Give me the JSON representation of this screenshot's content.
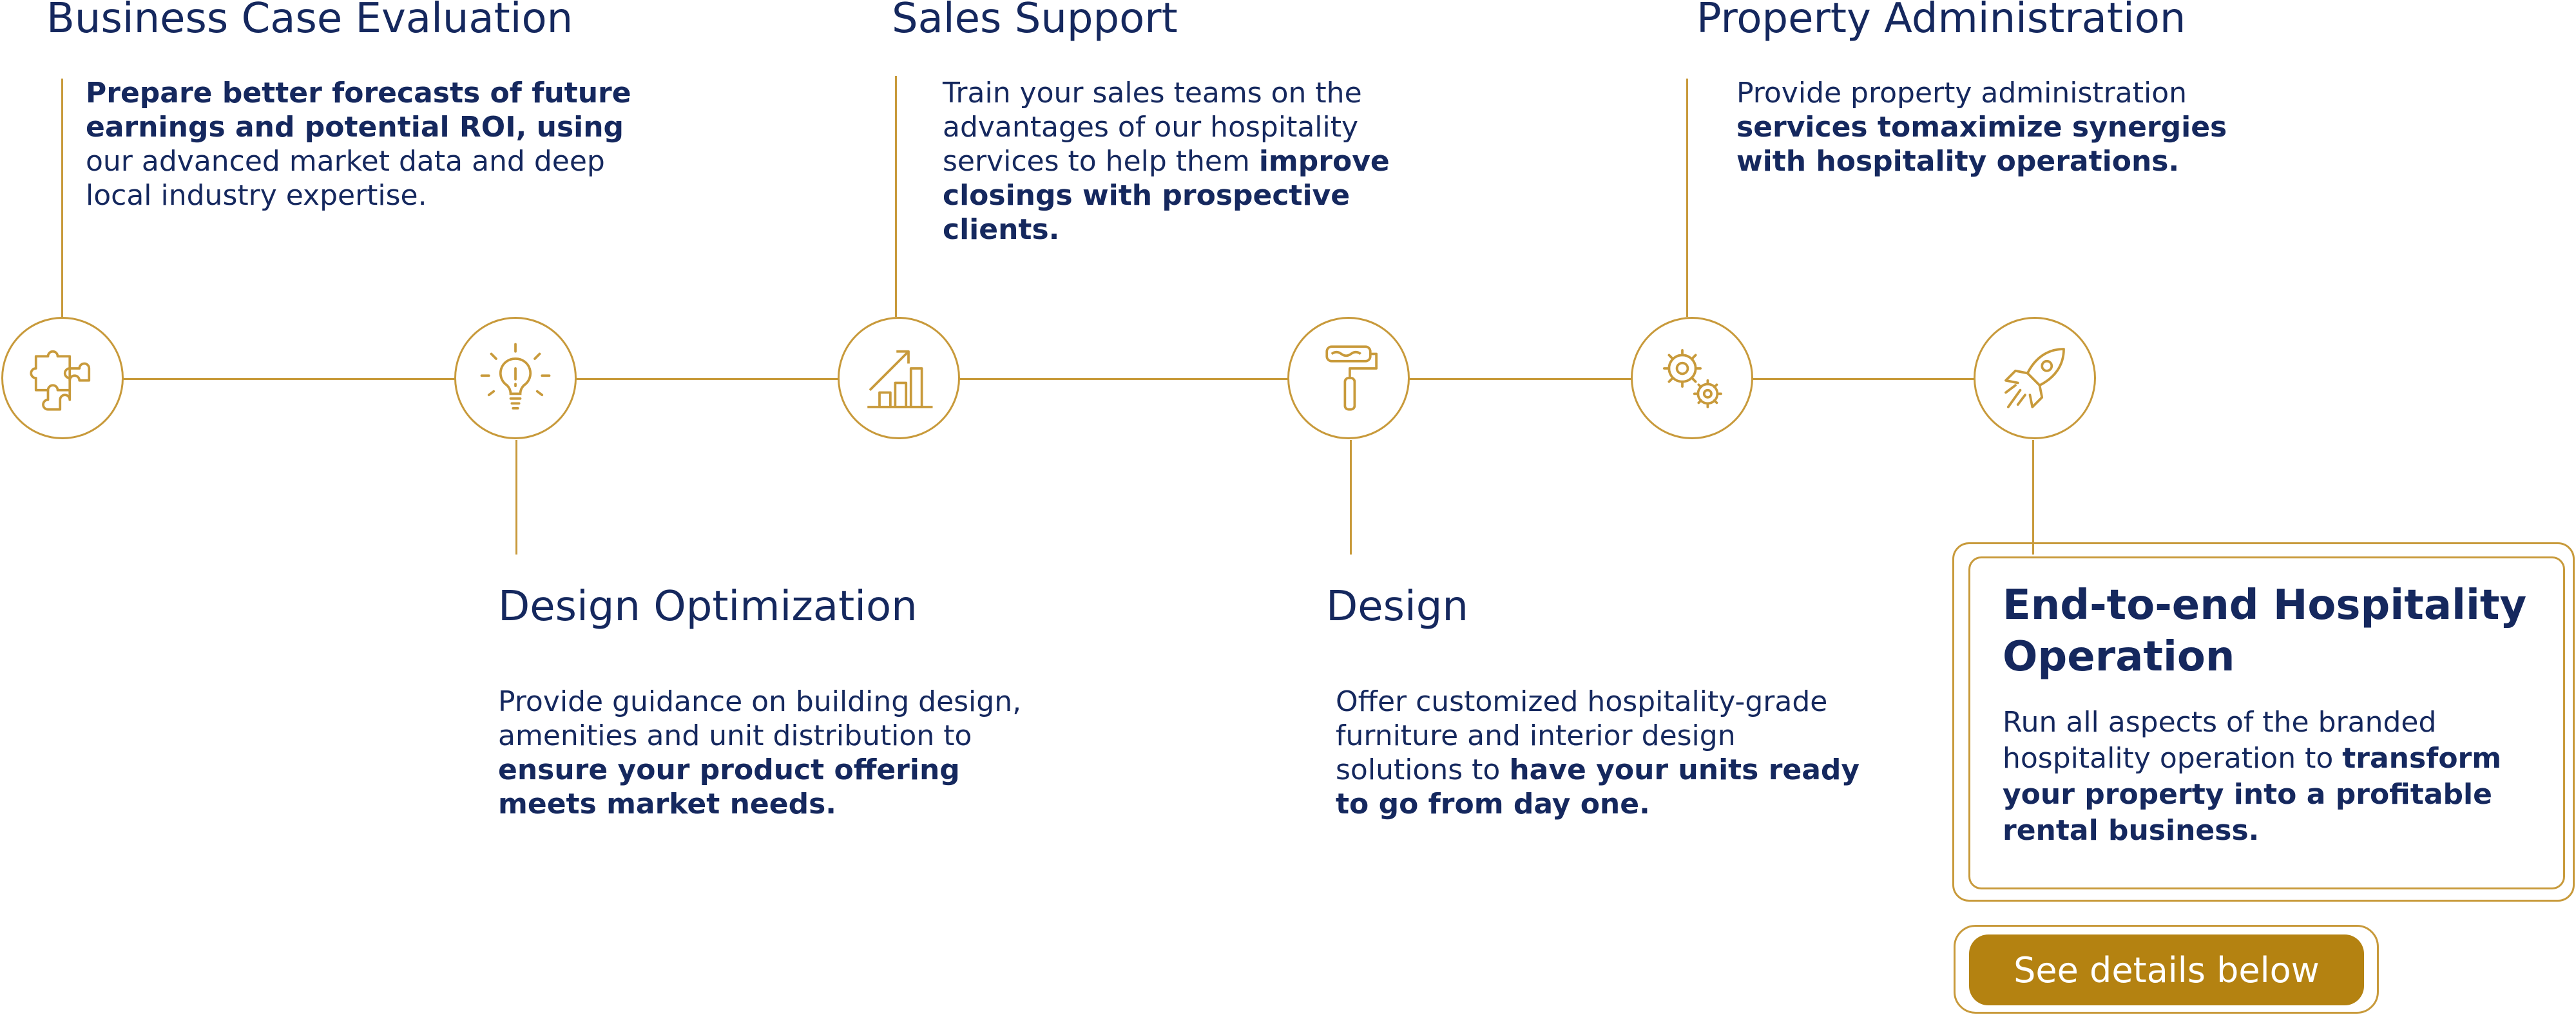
{
  "steps": [
    {
      "title": "Business Case Evaluation",
      "desc_bold": "Prepare better  forecasts of future earnings and potential ROI, using",
      "desc_regular": " our advanced market data and deep local industry expertise.",
      "icon": "puzzle-icon"
    },
    {
      "title": "Design Optimization",
      "desc_regular": "Provide guidance on building design, amenities and unit distribution to ",
      "desc_bold": "ensure your product offering meets market needs.",
      "icon": "lightbulb-icon"
    },
    {
      "title": "Sales Support",
      "desc_regular": "Train your sales teams on the advantages of our hospitality services to help them ",
      "desc_bold": "improve closings with prospective clients.",
      "icon": "growth-chart-icon"
    },
    {
      "title": "Design",
      "desc_regular": "Offer customized hospitality-grade furniture and interior design solutions to ",
      "desc_bold": "have your units ready to go from day one.",
      "icon": "paint-roller-icon"
    },
    {
      "title": "Property Administration",
      "desc_regular": "Provide property administration ",
      "desc_bold": "services tomaximize synergies with hospitality operations.",
      "icon": "gears-icon"
    },
    {
      "title": "End-to-end Hospitality Operation",
      "desc_regular": "Run all aspects of the branded hospitality operation to ",
      "desc_bold": "transform your property into a profitable rental business.",
      "icon": "rocket-icon"
    }
  ],
  "cta": {
    "label": "See details below"
  },
  "colors": {
    "accent": "#c89a3b",
    "button": "#b48211",
    "text": "#15285e",
    "background": "#ffffff"
  }
}
